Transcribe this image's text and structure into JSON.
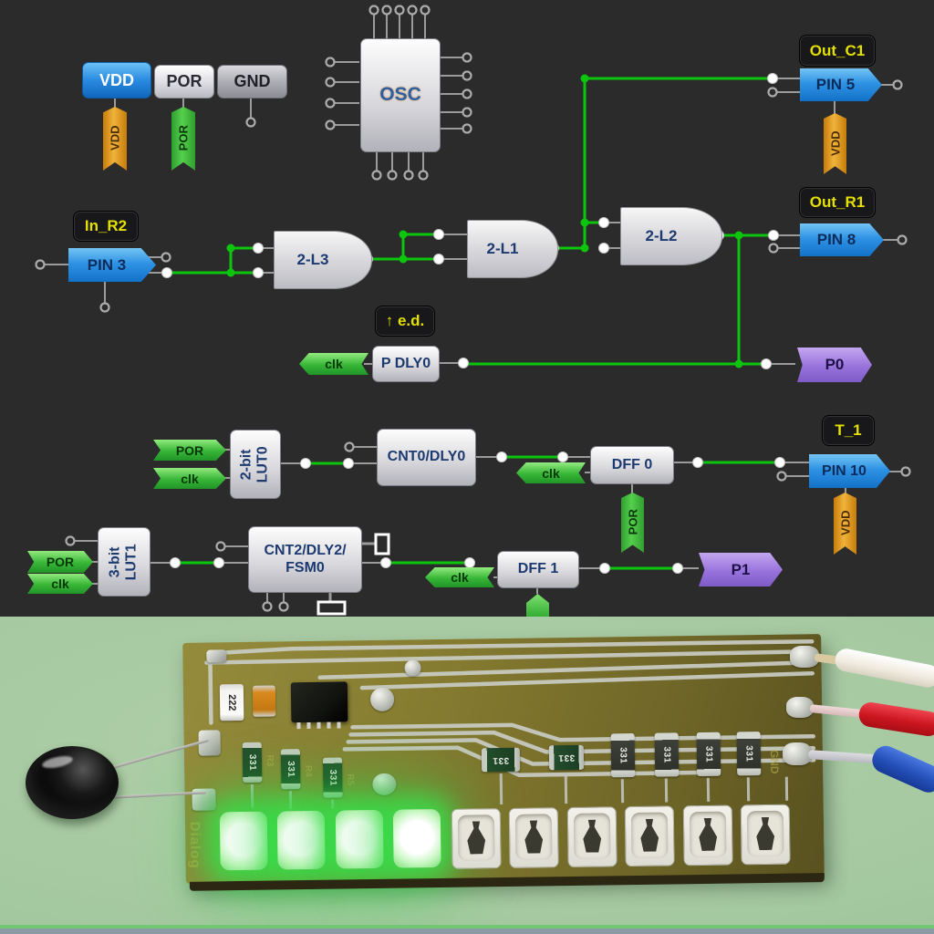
{
  "colors": {
    "schematic_bg": "#2b2b2b",
    "wire_active_green": "#0cc50c",
    "wire_idle_gray": "#9b9b9b",
    "pin_block_blue": "#2f92e4",
    "flag_green": "#37b637",
    "flag_orange": "#f0b33c",
    "flag_purple": "#9873dc",
    "tag_text_yellow": "#e4e000",
    "photo_wall_green": "#a6c9a1",
    "pcb_olive": "#877d31",
    "led_glow_green": "#37e14b"
  },
  "schematic": {
    "power_rail": {
      "vdd": "VDD",
      "por": "POR",
      "gnd": "GND"
    },
    "osc_label": "OSC",
    "tags": {
      "out_c1": "Out_C1",
      "in_r2": "In_R2",
      "out_r1": "Out_R1",
      "t1": "T_1",
      "edge_detect": "↑ e.d."
    },
    "pins": {
      "pin3": "PIN 3",
      "pin5": "PIN 5",
      "pin8": "PIN 8",
      "pin10": "PIN 10"
    },
    "gates": {
      "gate_l3": "2-L3",
      "gate_l1": "2-L1",
      "gate_l2": "2-L2"
    },
    "blocks": {
      "pdly0": "P DLY0",
      "lut0_line1": "2-bit",
      "lut0_line2": "LUT0",
      "cnt0": "CNT0/DLY0",
      "dff0": "DFF 0",
      "lut1_line1": "3-bit",
      "lut1_line2": "LUT1",
      "cnt2_line1": "CNT2/DLY2/",
      "cnt2_line2": "FSM0",
      "dff1": "DFF 1"
    },
    "flags": {
      "vdd": "VDD",
      "por": "POR",
      "clk": "clk",
      "p0": "P0",
      "p1": "P1"
    }
  },
  "photo": {
    "brand": "Dialog",
    "resistor_222": "222",
    "resistor_331": "331",
    "gnd_label": "GND",
    "ref_r3": "R3",
    "ref_r4": "R4",
    "ref_r5": "R5",
    "led_total": 10,
    "led_lit": 4
  }
}
